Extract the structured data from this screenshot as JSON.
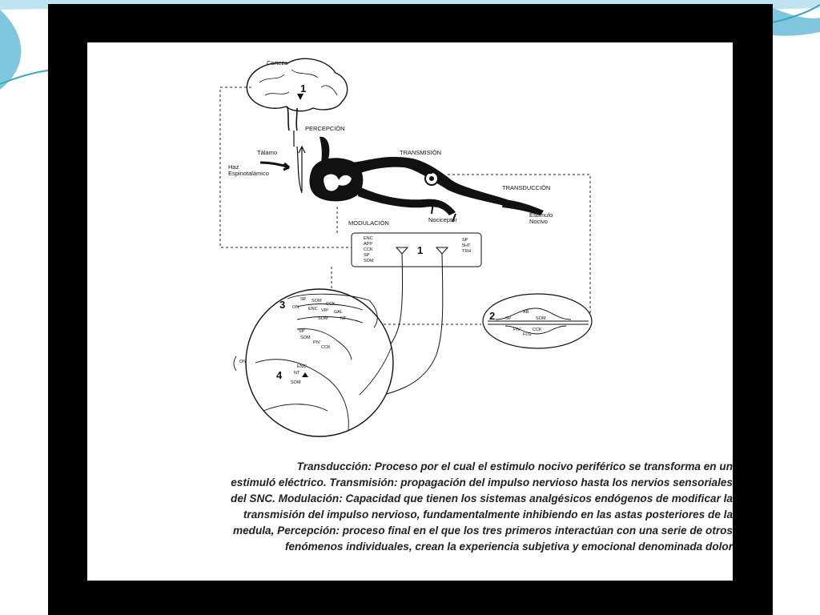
{
  "labels": {
    "corteza": "Corteza",
    "percepcion": "PERCEPCIÓN",
    "talamo": "Tálamo",
    "haz_line1": "Haz",
    "haz_line2": "Espinotalámico",
    "transmision": "TRANSMISIÓN",
    "transduccion": "TRANSDUCCIÓN",
    "estimulo_line1": "Estímulo",
    "estimulo_line2": "Nocivo",
    "modulacion": "MODULACIÓN",
    "nociceptor": "Nociceptor",
    "num1_brain": "1",
    "num2_spine": "2",
    "num1_box": "1",
    "num2_circle": "2",
    "num3": "3",
    "num4": "4",
    "box_left": [
      "ENC",
      "APP",
      "CCK",
      "SP",
      "SOM"
    ],
    "box_right": [
      "SP",
      "5HT",
      "TRH"
    ],
    "circle3": [
      "SP",
      "SOM",
      "CCK",
      "ON",
      "ENC",
      "VIP",
      "GAL",
      "NT",
      "SOM",
      "SP",
      "SOM",
      "PIV",
      "CCK"
    ],
    "circle4": [
      "ENC",
      "NT",
      "SOM"
    ],
    "on_small": "ON",
    "circle2": [
      "AB",
      "SP",
      "SOM",
      "PIV",
      "CCK",
      "FLG"
    ]
  },
  "caption": {
    "lines": [
      "Transducción: Proceso por el cual el estimulo nocivo periférico se transforma en un",
      "estimuló eléctrico. Transmisión: propagación del impulso nervioso hasta los nervios sensoriales",
      "del SNC. Modulación: Capacidad que tienen los sistemas analgésicos endógenos de modificar la",
      "transmisión del impulso nervioso, fundamentalmente inhibiendo en las astas posteriores de la",
      "medula, Percepción: proceso final en el que los tres primeros interactúan con una serie de otros",
      "fenómenos individuales, crean la experiencia subjetiva y emocional denominada dolor"
    ]
  },
  "colors": {
    "frame": "#000000",
    "accent_teal": "#3aa6c8",
    "light_blue": "#bfe3f0"
  }
}
